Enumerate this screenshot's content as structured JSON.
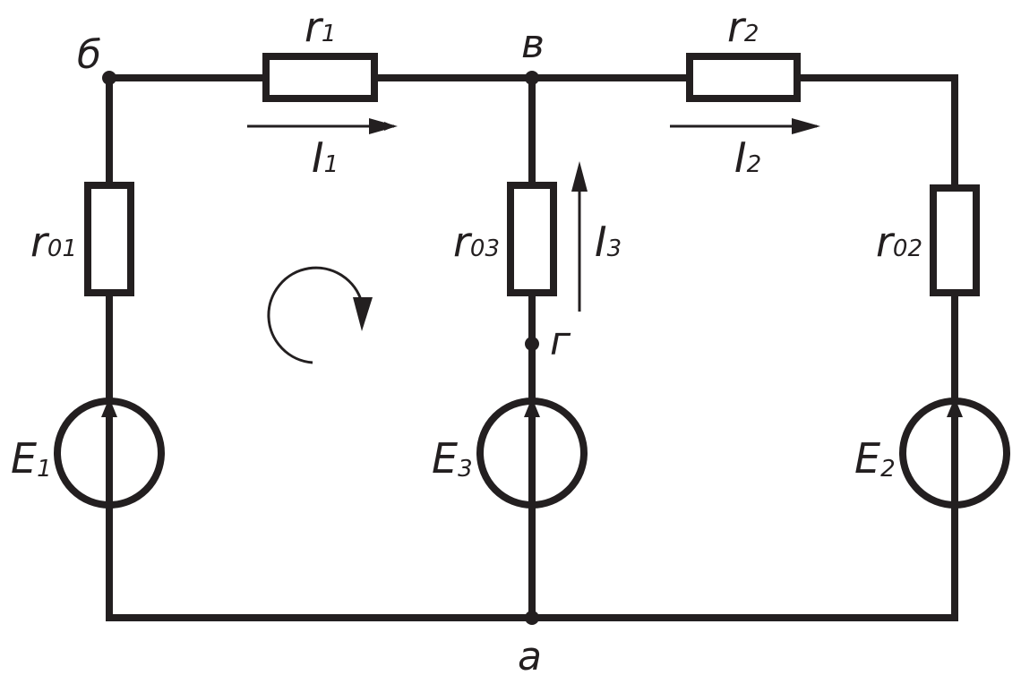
{
  "nodes": {
    "b": "б",
    "v": "в",
    "g": "г",
    "a": "а"
  },
  "resistors": {
    "r1": {
      "main": "r",
      "sub": "1"
    },
    "r2": {
      "main": "r",
      "sub": "2"
    },
    "r01": {
      "main": "r",
      "sub": "01"
    },
    "r03": {
      "main": "r",
      "sub": "03"
    },
    "r02": {
      "main": "r",
      "sub": "02"
    }
  },
  "sources": {
    "e1": {
      "main": "E",
      "sub": "1"
    },
    "e3": {
      "main": "E",
      "sub": "3"
    },
    "e2": {
      "main": "E",
      "sub": "2"
    }
  },
  "currents": {
    "i1": {
      "main": "I",
      "sub": "1"
    },
    "i2": {
      "main": "I",
      "sub": "2"
    },
    "i3": {
      "main": "I",
      "sub": "3"
    }
  },
  "colors": {
    "ink": "#231f20",
    "background": "#ffffff"
  }
}
